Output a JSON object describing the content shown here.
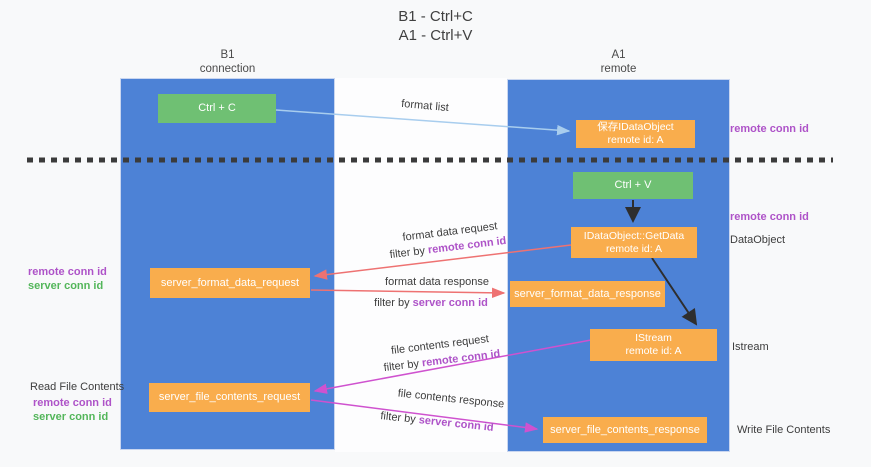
{
  "title": {
    "line1": "B1 - Ctrl+C",
    "line2": "A1 - Ctrl+V"
  },
  "columns": {
    "left": {
      "header_line1": "B1",
      "header_line2": "connection"
    },
    "right": {
      "header_line1": "A1",
      "header_line2": "remote"
    }
  },
  "boxes": {
    "ctrl_c": "Ctrl + C",
    "ctrl_v": "Ctrl + V",
    "save_dataobject_line1": "保存IDataObject",
    "save_dataobject_line2": "remote id: A",
    "getdata_line1": "IDataObject::GetData",
    "getdata_line2": "remote id: A",
    "istream_line1": "IStream",
    "istream_line2": "remote id: A",
    "server_format_data_request": "server_format_data_request",
    "server_format_data_response": "server_format_data_response",
    "server_file_contents_request": "server_file_contents_request",
    "server_file_contents_response": "server_file_contents_response"
  },
  "arrow_labels": {
    "format_list": "format list",
    "format_data_request": "format data request",
    "format_data_response": "format data response",
    "file_contents_request": "file contents request",
    "file_contents_response": "file contents response",
    "filter_by": "filter by ",
    "remote_conn_id": "remote conn id",
    "server_conn_id": "server conn id"
  },
  "side_labels": {
    "remote_conn_id_top_right": "remote conn id",
    "remote_conn_id_mid_right": "remote conn id",
    "dataobject": "DataObject",
    "istream": "Istream",
    "write_file_contents": "Write File Contents",
    "remote_conn_id_left_top": "remote conn id",
    "server_conn_id_left_top": "server conn id",
    "read_file_contents": "Read File Contents",
    "remote_conn_id_left_bottom": "remote conn id",
    "server_conn_id_left_bottom": "server conn id"
  },
  "colors": {
    "column_blue": "#4d82d6",
    "box_orange": "#f9ad4d",
    "box_green": "#6fc073",
    "arrow_blue": "#a8cdee",
    "arrow_red": "#ee7272",
    "arrow_magenta": "#cf52cf",
    "text_purple": "#ae53c8",
    "text_green": "#53b65a"
  }
}
